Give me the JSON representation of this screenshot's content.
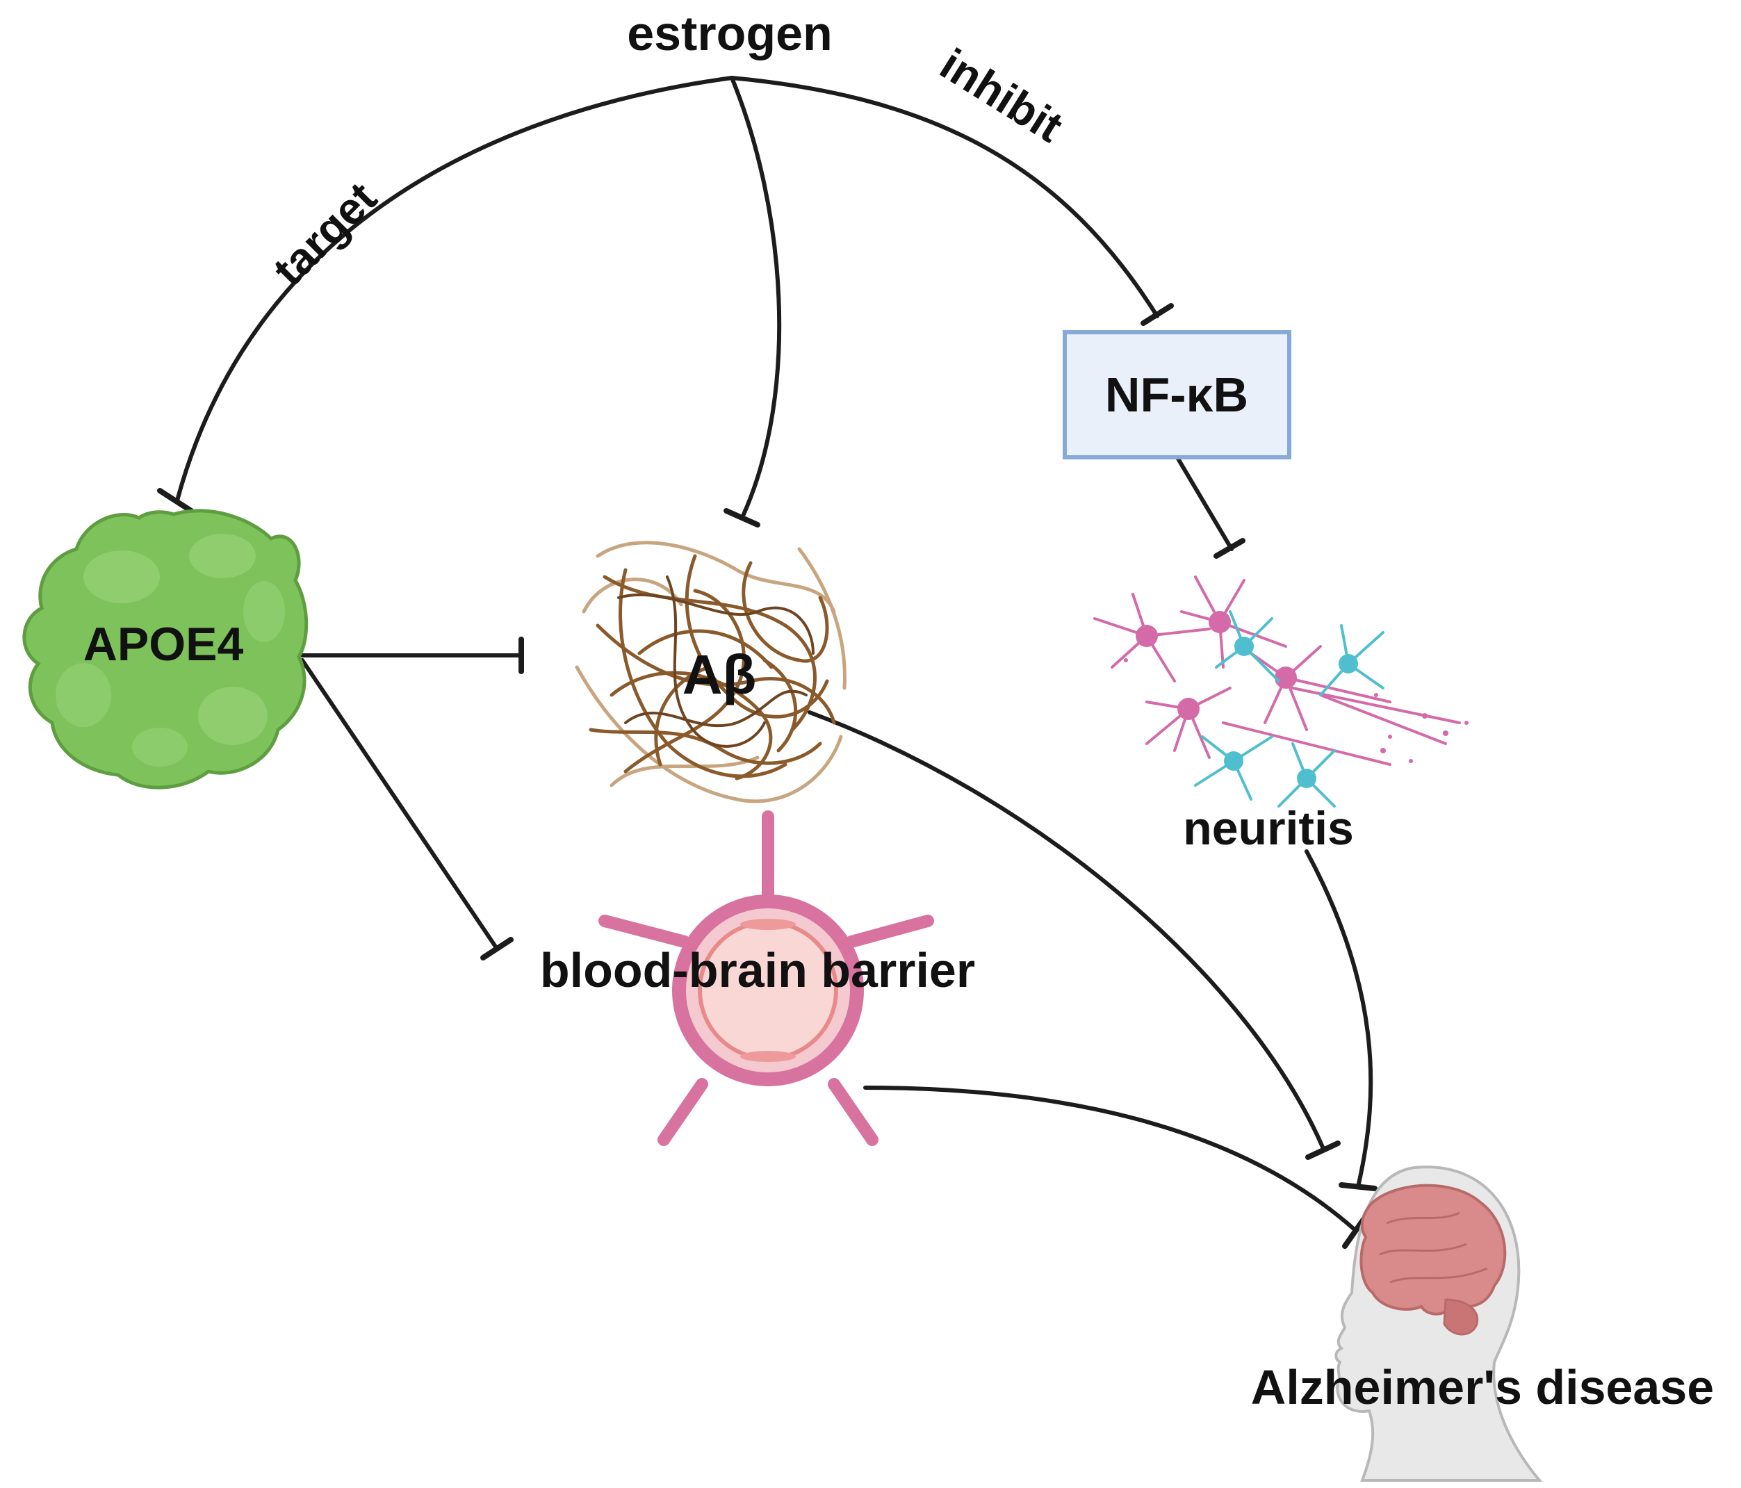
{
  "nodes": {
    "estrogen": "estrogen",
    "apoe4": "APOE4",
    "abeta": "Aβ",
    "nfkb": "NF-κB",
    "neuritis": "neuritis",
    "bbb": "blood-brain barrier",
    "ad": "Alzheimer's disease"
  },
  "edge_labels": {
    "target": "target",
    "inhibit": "inhibit"
  },
  "colors": {
    "apoe4_fill": "#7dc25a",
    "apoe4_stroke": "#5e9e40",
    "fibril": "#8a5a2b",
    "nfkb_box_fill": "#eaf0fa",
    "nfkb_box_stroke": "#86a9d6",
    "neuron_pink": "#d46aa8",
    "neuron_cyan": "#4fbfd0",
    "vessel": "#d8739f",
    "brain": "#d98a8a",
    "head": "#e4e4e4"
  },
  "icons": [
    "apoe4-blob-icon",
    "amyloid-fibril-icon",
    "neuron-network-icon",
    "blood-vessel-icon",
    "human-head-brain-icon"
  ]
}
